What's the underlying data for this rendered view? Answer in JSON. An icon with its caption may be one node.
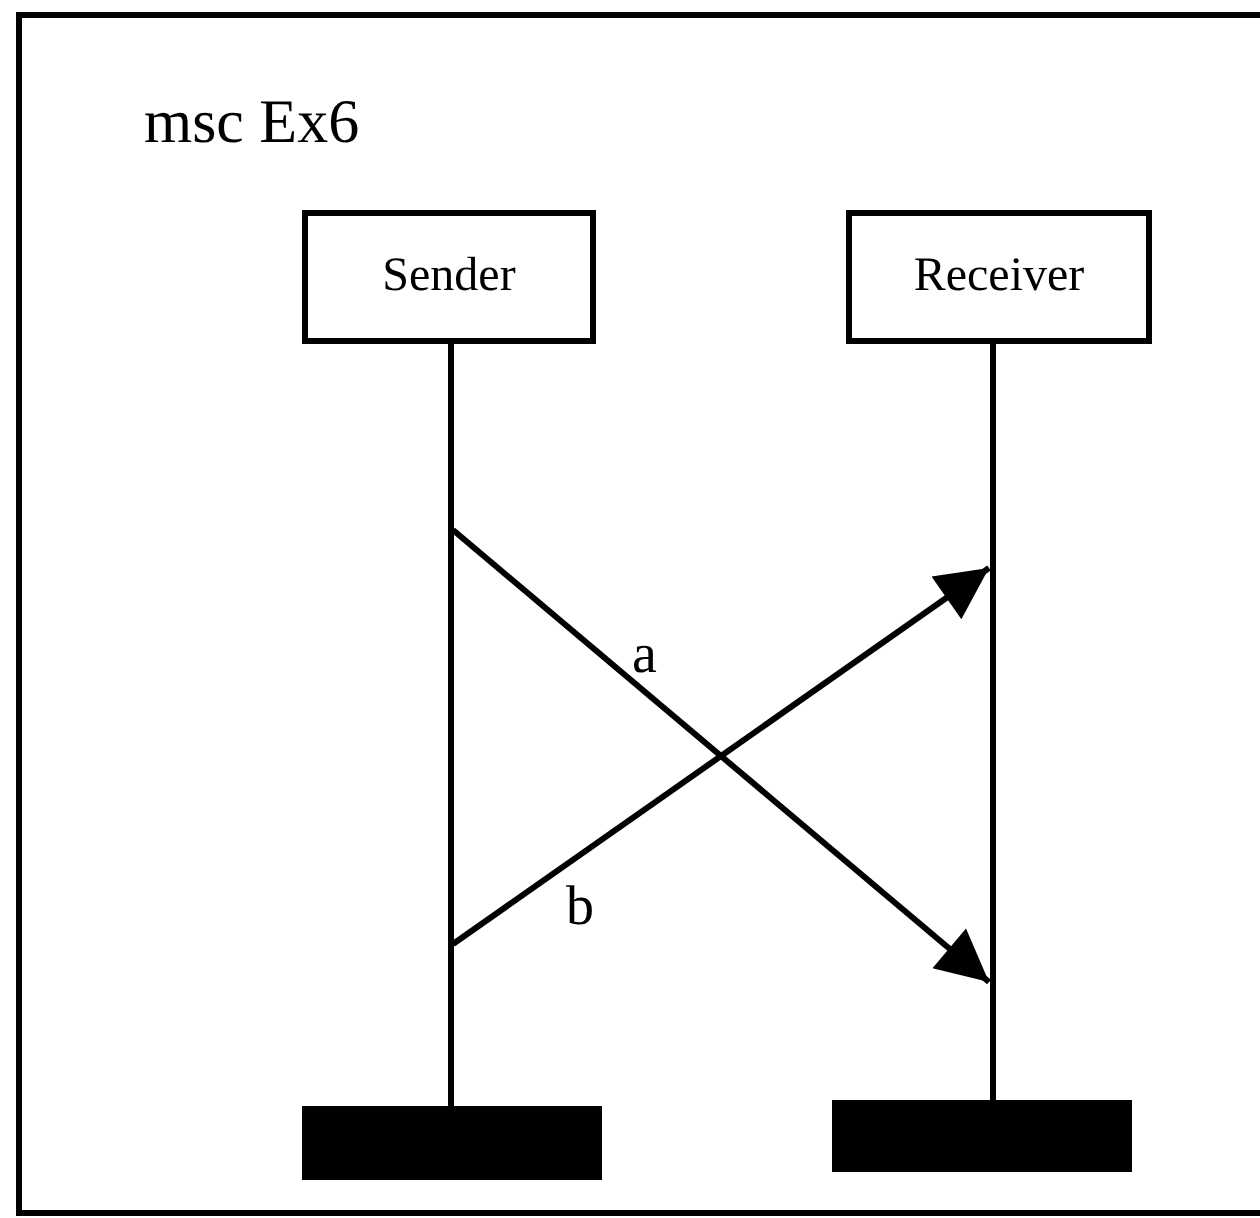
{
  "diagram": {
    "nodes": [
      {
        "text": [
          "msc Ex6"
        ]
      },
      {
        "text": [
          "Sender"
        ],
        "in": 0
      },
      {
        "text": [
          "Receiver"
        ],
        "in": 0
      },
      {
        "text": [],
        "shape": "line",
        "in": 0
      },
      {
        "text": [],
        "shape": "line",
        "in": 0
      },
      {
        "text": [],
        "shape": "bar",
        "in": 0
      },
      {
        "text": [],
        "shape": "bar",
        "in": 0
      }
    ],
    "edges": [
      {
        "from": 3,
        "to": 4,
        "label": "a",
        "arrow": "to"
      },
      {
        "from": 3,
        "to": 4,
        "label": "b",
        "arrow": "to"
      }
    ]
  }
}
